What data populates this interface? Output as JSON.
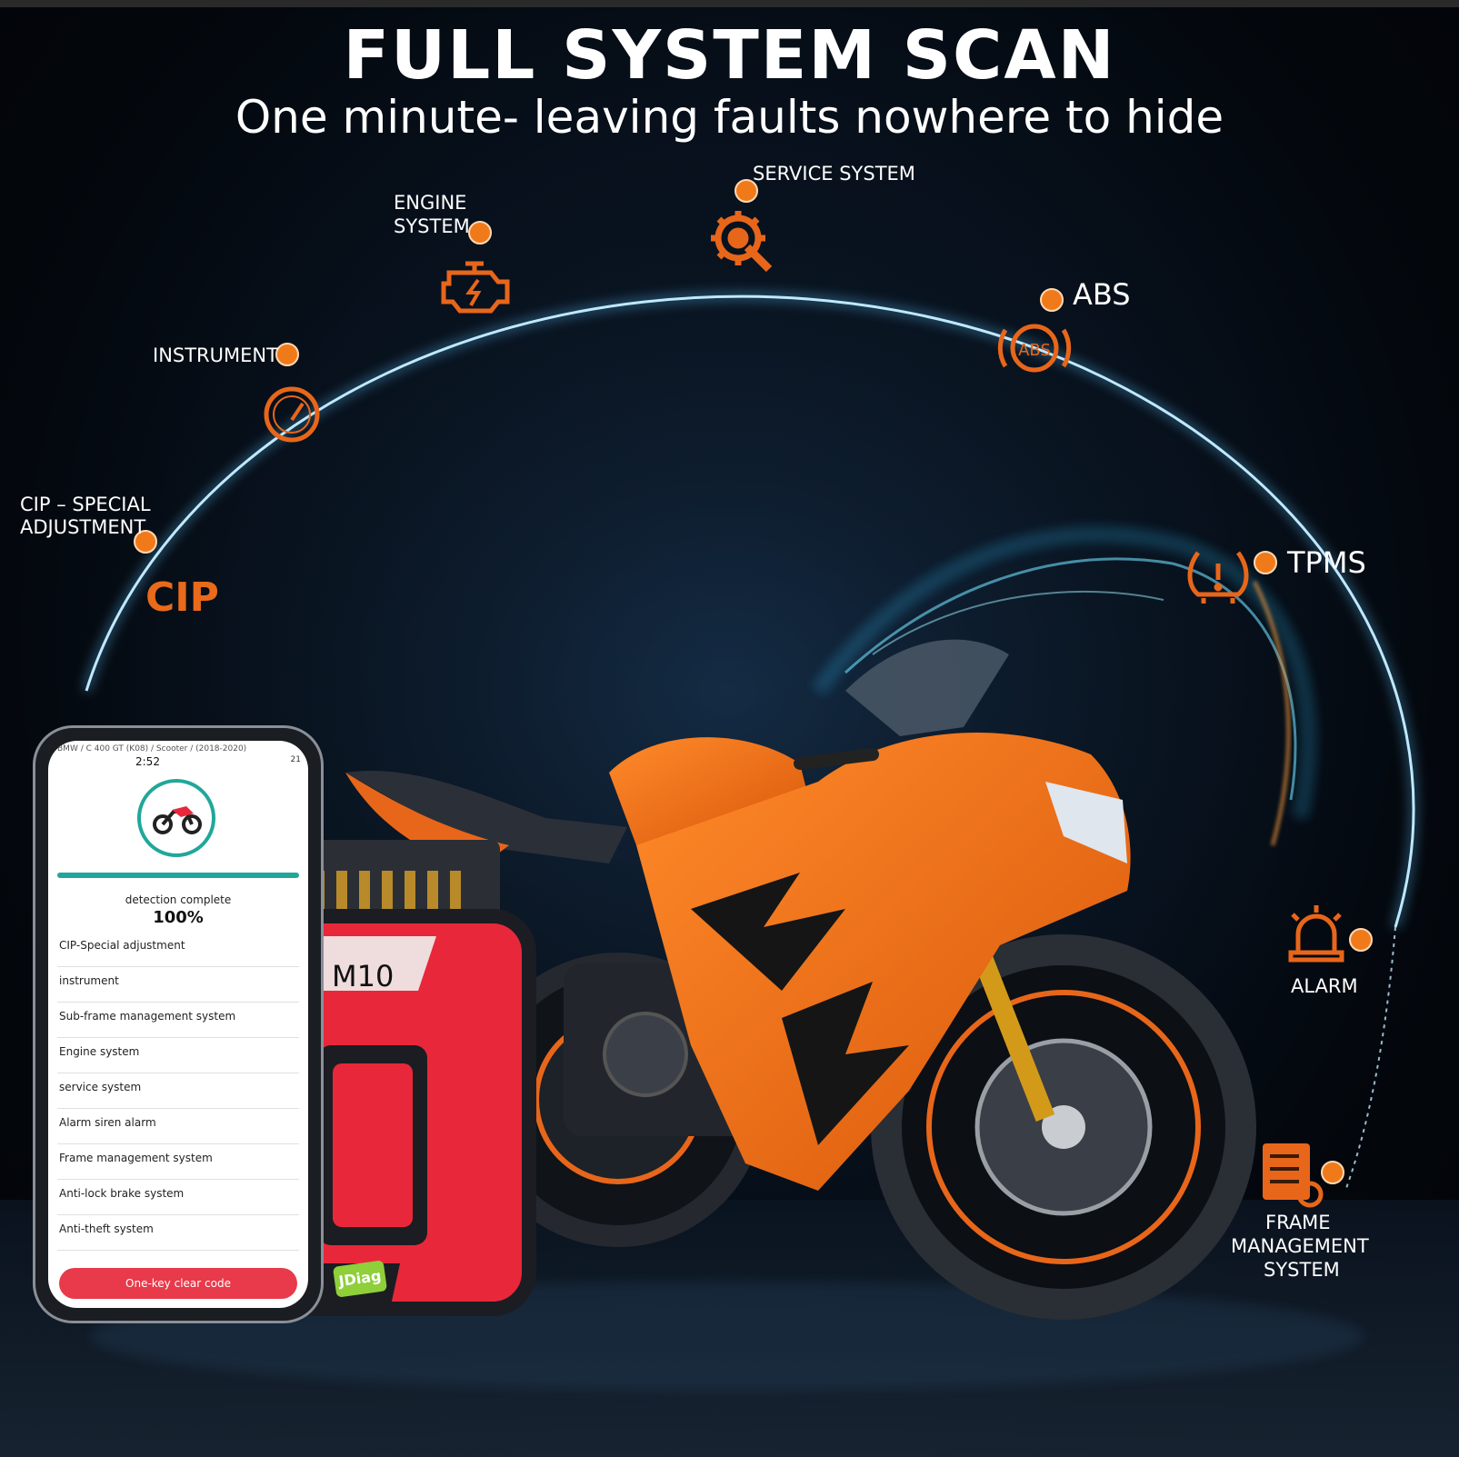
{
  "header": {
    "title": "FULL SYSTEM SCAN",
    "subtitle": "One minute- leaving faults nowhere to hide"
  },
  "systems": {
    "service": "SERVICE SYSTEM",
    "engine_line1": "ENGINE",
    "engine_line2": "SYSTEM",
    "abs": "ABS",
    "abs_icon_text": "ABS",
    "instrument": "INSTRUMENT",
    "cip_line1": "CIP – SPECIAL",
    "cip_line2": "ADJUSTMENT",
    "cip_icon_text": "CIP",
    "tpms": "TPMS",
    "alarm": "ALARM",
    "frame_line1": "FRAME",
    "frame_line2": "MANAGEMENT",
    "frame_line3": "SYSTEM"
  },
  "phone": {
    "status_path": "BMW / C 400 GT (K08) / Scooter / (2018-2020)",
    "time": "2:52",
    "battery": "21",
    "detection_label": "detection complete",
    "progress_percent": "100%",
    "progress_value": 1.0,
    "items": [
      "CIP-Special adjustment",
      "instrument",
      "Sub-frame management system",
      "Engine system",
      "service system",
      "Alarm siren alarm",
      "Frame management system",
      "Anti-lock brake system",
      "Anti-theft system"
    ],
    "clear_button": "One-key clear code"
  },
  "device": {
    "model": "M10",
    "brand": "JDiag"
  },
  "colors": {
    "accent_orange": "#f07a1a",
    "arc_blue": "#7fd3ff",
    "device_red": "#e8283a",
    "teal": "#20a79a"
  },
  "icons": [
    "service-gear-wrench-icon",
    "engine-icon",
    "abs-icon",
    "speedometer-icon",
    "tpms-icon",
    "alarm-siren-icon",
    "frame-checklist-icon",
    "motorcycle-icon"
  ]
}
